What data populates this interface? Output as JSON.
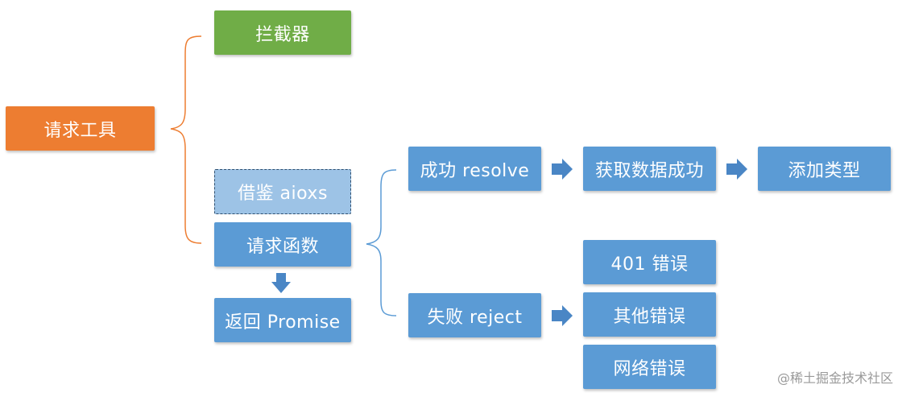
{
  "nodes": {
    "request_tool": "请求工具",
    "interceptor": "拦截器",
    "reference": "借鉴 aioxs",
    "request_function": "请求函数",
    "return_promise": "返回 Promise",
    "success": "成功 resolve",
    "fetch_success": "获取数据成功",
    "add_type": "添加类型",
    "failure": "失败 reject",
    "error_401": "401 错误",
    "other_error": "其他错误",
    "network_error": "网络错误"
  },
  "watermark": "@稀土掘金技术社区",
  "colors": {
    "orange": "#ED7D31",
    "green": "#70AD47",
    "blue": "#5B9BD5",
    "light_blue": "#9DC3E6"
  }
}
